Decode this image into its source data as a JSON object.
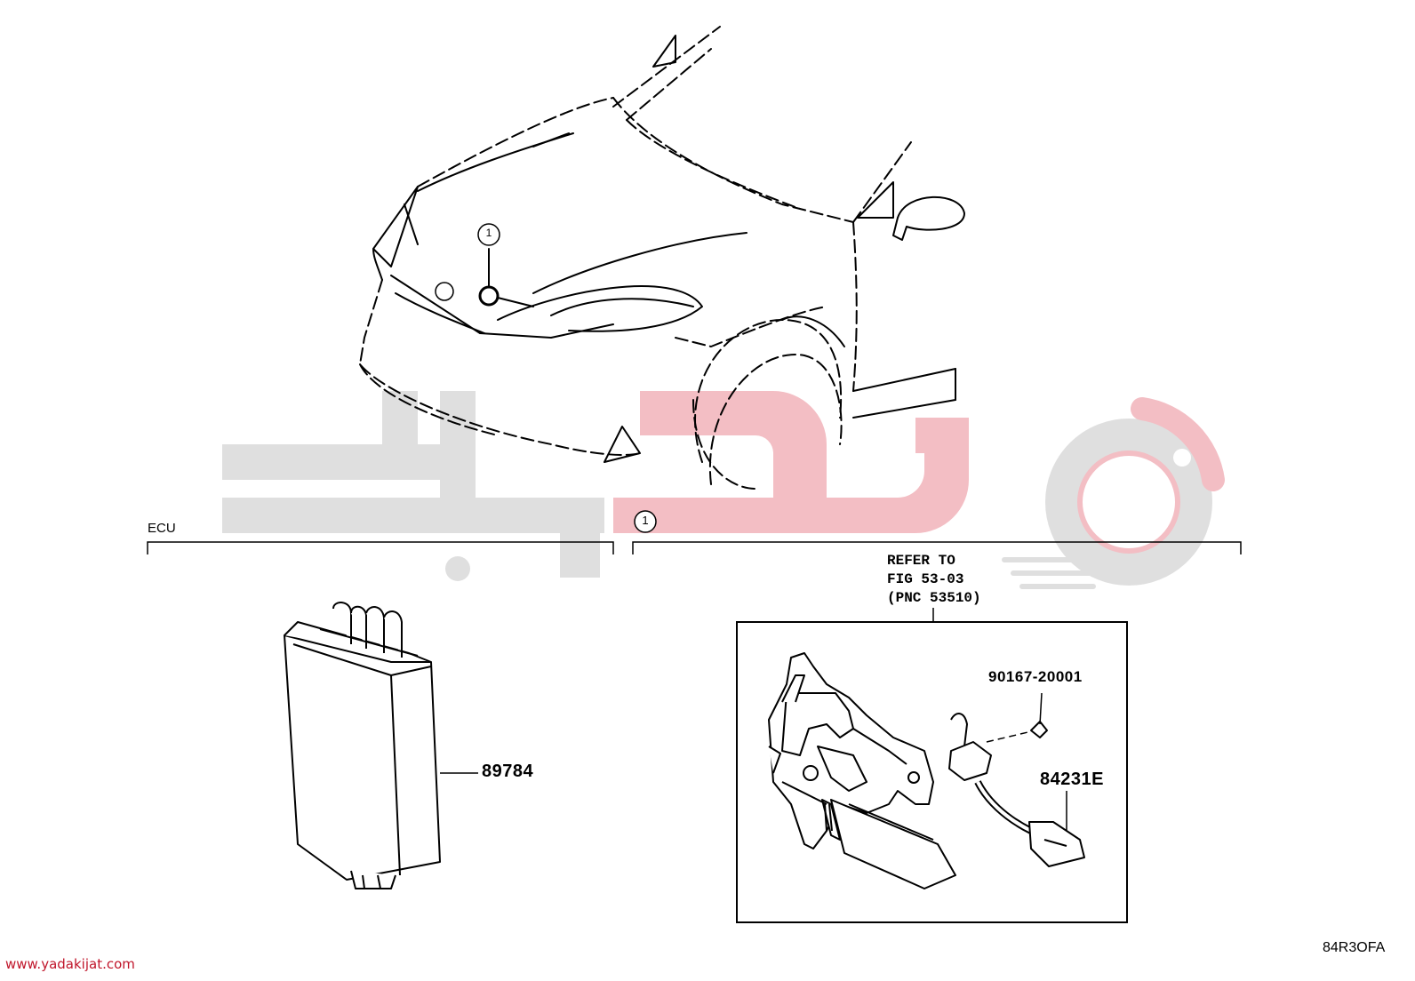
{
  "watermark": {
    "brand_color": "#e06a78",
    "gray": "#d9d9d9"
  },
  "groups": {
    "ecu": {
      "label": "ECU"
    },
    "ref1": {
      "label": "1"
    }
  },
  "callout_marker": "1",
  "refer": {
    "line1": "REFER TO",
    "line2": "FIG 53-03",
    "line3": "(PNC 53510)"
  },
  "parts": {
    "ecu_part": "89784",
    "screw_part": "90167-20001",
    "switch_part": "84231E"
  },
  "footer": {
    "website": "www.yadakijat.com",
    "figure_code": "84R3OFA"
  }
}
